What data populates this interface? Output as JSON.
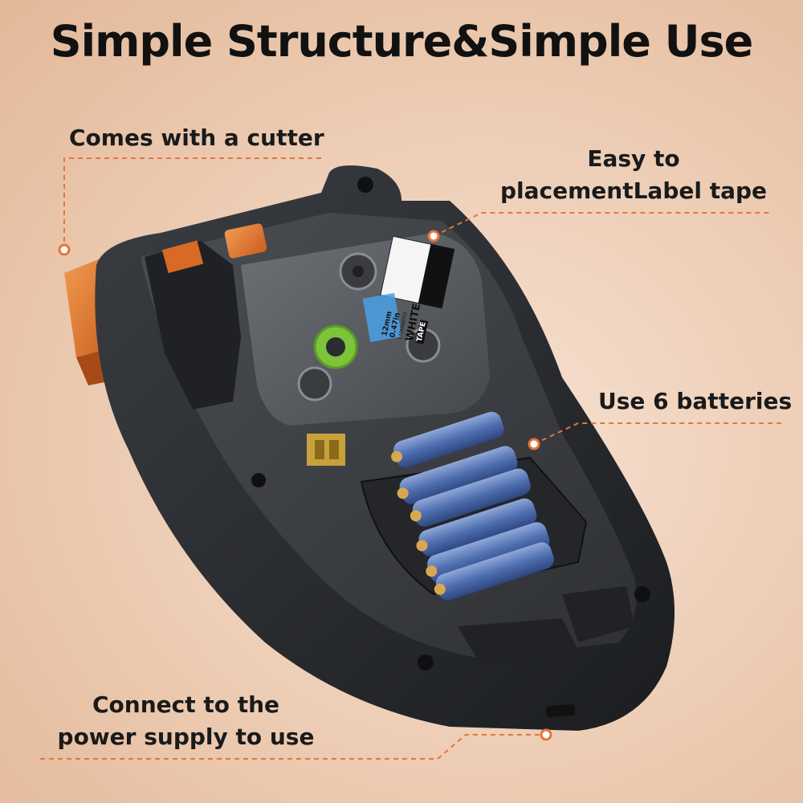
{
  "title": "Simple Structure&Simple Use",
  "callouts": {
    "cutter": "Comes with a cutter",
    "tape_line1": "Easy to",
    "tape_line2": "placementLabel tape",
    "batteries": "Use 6 batteries",
    "power_line1": "Connect to the",
    "power_line2": "power supply to use"
  },
  "cassette": {
    "width": "12mm",
    "width_in": "0.47in",
    "laminated": "LAMINATED",
    "color_name": "WHITE",
    "tape_word": "TAPE"
  },
  "colors": {
    "accent": "#e8743a",
    "body": "#2a2d31",
    "cutter_orange": "#e87b2c",
    "battery_blue": "#4f6fb0"
  }
}
